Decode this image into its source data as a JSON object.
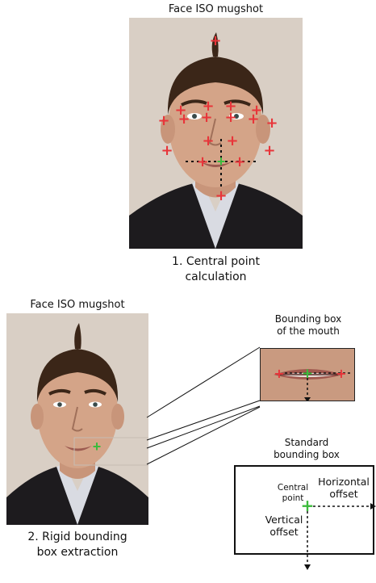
{
  "top_panel": {
    "title": "Face ISO mugshot",
    "caption_line1": "1. Central point",
    "caption_line2": "calculation"
  },
  "bottom_panel": {
    "title": "Face ISO mugshot",
    "caption_line1": "2. Rigid bounding",
    "caption_line2": "box extraction"
  },
  "mouth_box": {
    "label_line1": "Bounding box",
    "label_line2": "of the mouth"
  },
  "standard_box": {
    "label_line1": "Standard",
    "label_line2": "bounding box",
    "central_point_line1": "Central",
    "central_point_line2": "point",
    "horizontal_line1": "Horizontal",
    "horizontal_line2": "offset",
    "vertical_line1": "Vertical",
    "vertical_line2": "offset"
  },
  "colors": {
    "landmark": "#e8353a",
    "center": "#3dbb3d",
    "background": "#d9cfc5",
    "skin": "#d4a488",
    "hair": "#3b2618",
    "jacket": "#1d1b1e",
    "shirt": "#d9dbe2"
  },
  "icons": {
    "landmark_marker": "red-plus-icon",
    "center_marker": "green-plus-icon"
  }
}
